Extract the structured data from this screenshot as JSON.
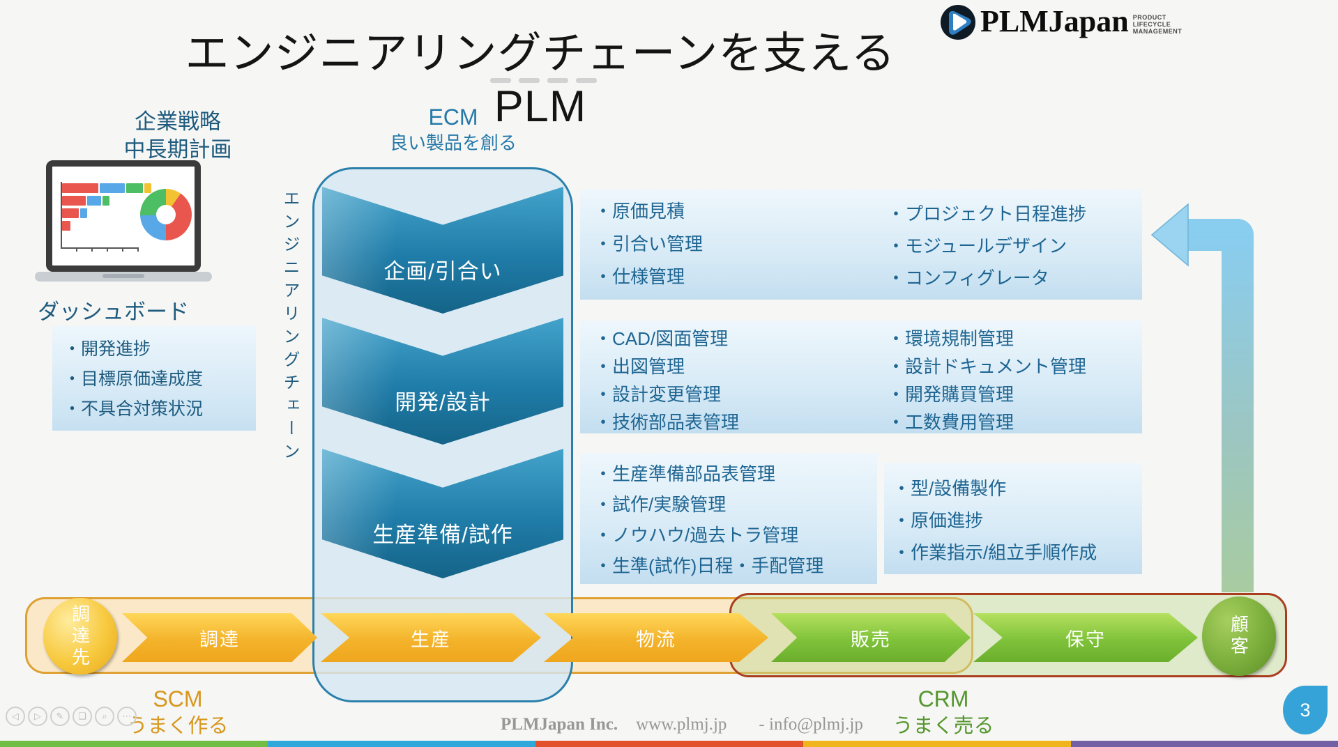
{
  "logo": {
    "text": "PLMJapan",
    "sub1": "PRODUCT",
    "sub2": "LIFECYCLE",
    "sub3": "MANAGEMENT"
  },
  "title": "エンジニアリングチェーンを支えるPLM",
  "strategy": {
    "line1": "企業戦略",
    "line2": "中長期計画",
    "dashboard_label": "ダッシュボード",
    "bullets": [
      "・開発進捗",
      "・目標原価達成度",
      "・不具合対策状況"
    ]
  },
  "ecm": {
    "label": "ECM",
    "sublabel": "良い製品を創る",
    "vertical_label": "エンジニアリングチェーン",
    "stages": [
      "企画/引合い",
      "開発/設計",
      "生産準備/試作"
    ]
  },
  "features": {
    "row1_left": [
      "・原価見積",
      "・引合い管理",
      "・仕様管理"
    ],
    "row1_right": [
      "・プロジェクト日程進捗",
      "・モジュールデザイン",
      "・コンフィグレータ"
    ],
    "row2_left": [
      "・CAD/図面管理",
      "・出図管理",
      "・設計変更管理",
      "・技術部品表管理"
    ],
    "row2_right": [
      "・環境規制管理",
      "・設計ドキュメント管理",
      "・開発購買管理",
      "・工数費用管理"
    ],
    "row3_left": [
      "・生産準備部品表管理",
      "・試作/実験管理",
      "・ノウハウ/過去トラ管理",
      "・生準(試作)日程・手配管理"
    ],
    "row3_right": [
      "・型/設備製作",
      "・原価進捗",
      "・作業指示/組立手順作成"
    ]
  },
  "chain": {
    "source": "調達先",
    "steps": [
      "調達",
      "生産",
      "物流",
      "販売",
      "保守"
    ],
    "customer": "顧客"
  },
  "scm": {
    "label": "SCM",
    "tagline": "うまく作る"
  },
  "crm": {
    "label": "CRM",
    "tagline": "うまく売る"
  },
  "footer": {
    "company": "PLMJapan Inc.",
    "website": "www.plmj.jp",
    "email": "- info@plmj.jp"
  },
  "page_number": "3",
  "nav": {
    "items": [
      {
        "name": "previous",
        "glyph": "◁"
      },
      {
        "name": "next",
        "glyph": "▷"
      },
      {
        "name": "pen",
        "glyph": "✎"
      },
      {
        "name": "slides",
        "glyph": "❑"
      },
      {
        "name": "zoom",
        "glyph": "⌕"
      },
      {
        "name": "more",
        "glyph": "⋯"
      }
    ]
  },
  "colors": {
    "ecm_border": "#2b80ab",
    "chevron_blue": "#1f7ca8",
    "scm_orange": "#dfa133",
    "crm_brown": "#a93e1f",
    "chain_yellow": "#f3b32a",
    "chain_green": "#7fc23a",
    "badge_blue": "#35a3d7",
    "strip": [
      "#72be44",
      "#31a8db",
      "#e2512c",
      "#f0b41c",
      "#7460a5"
    ]
  }
}
